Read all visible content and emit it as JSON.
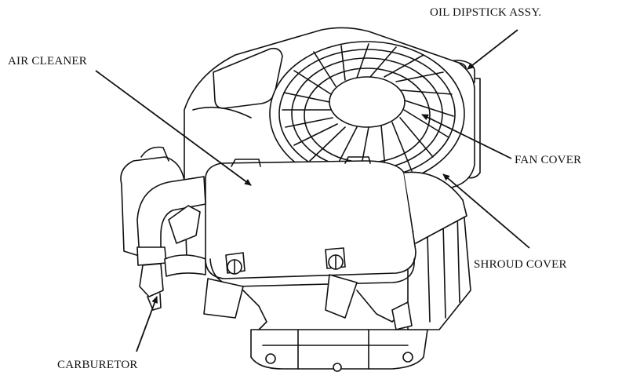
{
  "labels": {
    "oil_dipstick": "OIL DIPSTICK ASSY.",
    "air_cleaner": "AIR CLEANER",
    "fan_cover": "FAN COVER",
    "shroud_cover": "SHROUD COVER",
    "carburetor": "CARBURETOR"
  },
  "colors": {
    "line": "#111111",
    "fill": "#ffffff",
    "shade": "#f2f2f2"
  }
}
